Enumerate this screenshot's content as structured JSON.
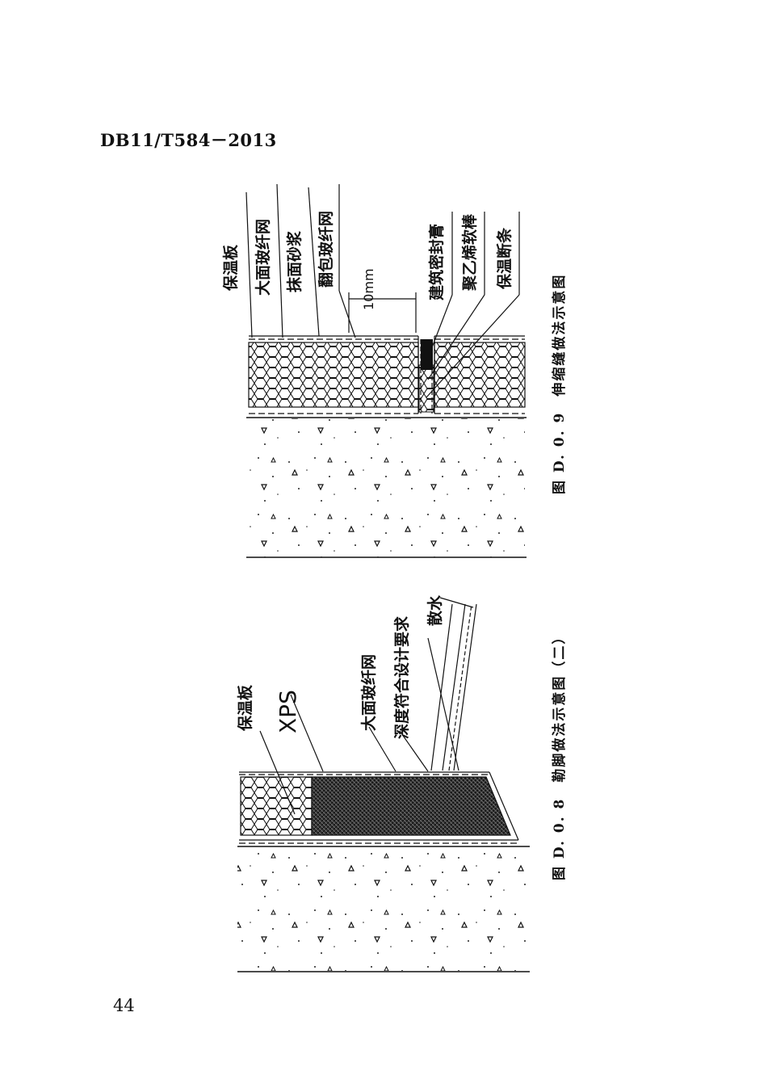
{
  "header": {
    "doc_code": "DB11/T584－2013"
  },
  "page_number": "44",
  "figure_d09": {
    "caption": "图 D. 0. 9　伸缩缝做法示意图",
    "labels": [
      "保温板",
      "大面玻纤网",
      "抹面砂浆",
      "翻包玻纤网",
      "建筑密封膏",
      "聚乙烯软棒",
      "保温断条"
    ],
    "dimension": "10mm"
  },
  "figure_d08": {
    "caption": "图 D. 0. 8　勒脚做法示意图（二）",
    "labels": [
      "保温板",
      "XPS",
      "大面玻纤网",
      "深度符合设计要求",
      "散水"
    ]
  }
}
